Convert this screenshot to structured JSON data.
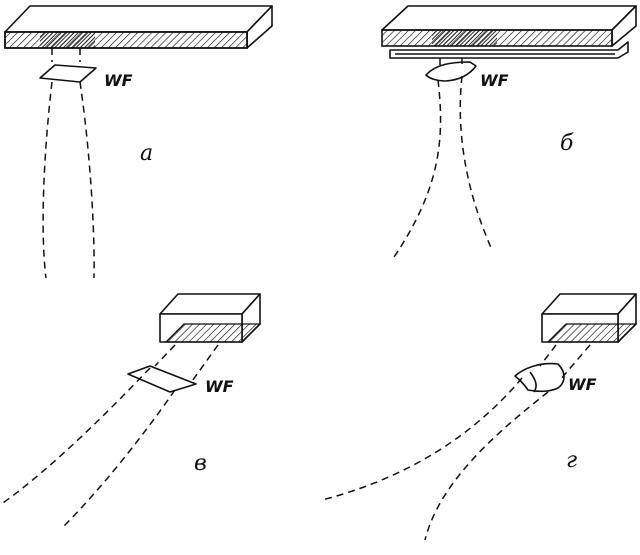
{
  "panels": [
    {
      "id": "a",
      "label": "а",
      "wavefront_label": "WF"
    },
    {
      "id": "b",
      "label": "б",
      "wavefront_label": "WF"
    },
    {
      "id": "c",
      "label": "в",
      "wavefront_label": "WF"
    },
    {
      "id": "d",
      "label": "г",
      "wavefront_label": "WF"
    }
  ]
}
